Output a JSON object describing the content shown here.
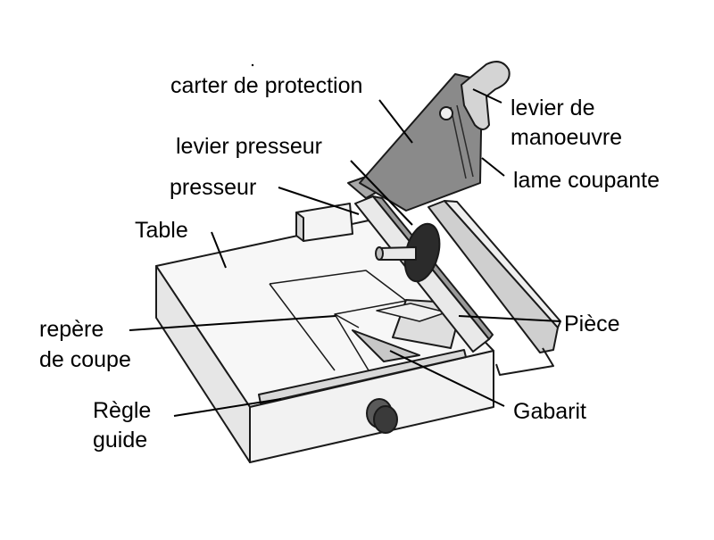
{
  "labels": {
    "carter": "carter de protection",
    "levier_manoeuvre_1": "levier de",
    "levier_manoeuvre_2": "manoeuvre",
    "levier_presseur": "levier presseur",
    "lame_coupante": "lame coupante",
    "presseur": "presseur",
    "table": "Table",
    "repere_1": "repère",
    "repere_2": "de coupe",
    "piece": "Pièce",
    "regle_1": "Règle",
    "regle_2": "guide",
    "gabarit": "Gabarit"
  },
  "colors": {
    "outline": "#1a1a1a",
    "table_top": "#f7f7f7",
    "table_side": "#e6e6e6",
    "table_front": "#f2f2f2",
    "blade_guard": "#8a8a8a",
    "rail": "#d9d9d9",
    "knob": "#3a3a3a"
  }
}
